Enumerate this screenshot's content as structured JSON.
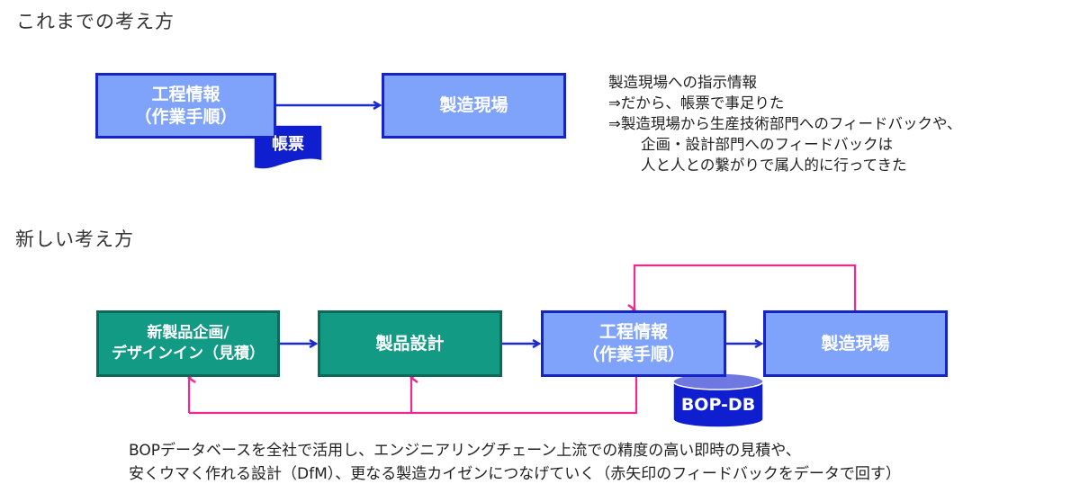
{
  "sections": {
    "old": {
      "heading": "これまでの考え方"
    },
    "new": {
      "heading": "新しい考え方"
    }
  },
  "old_diagram": {
    "process_info": {
      "line1": "工程情報",
      "line2": "（作業手順）"
    },
    "shop_floor": "製造現場",
    "document": "帳票"
  },
  "old_notes": [
    "製造現場への指示情報",
    "⇒だから、帳票で事足りた",
    "⇒製造現場から生産技術部門へのフィードバックや、",
    "企画・設計部門へのフィードバックは",
    "人と人との繋がりで属人的に行ってきた"
  ],
  "new_diagram": {
    "planning": {
      "line1": "新製品企画/",
      "line2": "デザインイン（見積）"
    },
    "design": "製品設計",
    "process_info": {
      "line1": "工程情報",
      "line2": "（作業手順）"
    },
    "shop_floor": "製造現場",
    "database": "BOP-DB"
  },
  "footer": [
    "BOPデータベースを全社で活用し、エンジニアリングチェーン上流での精度の高い即時の見積や、",
    "安くウマく作れる設計（DfM）、更なる製造カイゼンにつなげていく（赤矢印のフィードバックをデータで回す）"
  ],
  "colors": {
    "blue_box_fill": "#7fa3fb",
    "blue_box_border": "#1524c8",
    "green_box_fill": "#129a85",
    "green_box_border": "#0b6a5a",
    "flow_arrow": "#1a2bd0",
    "feedback_arrow": "#ee2a8e",
    "dark_blue": "#0f1fcf"
  }
}
